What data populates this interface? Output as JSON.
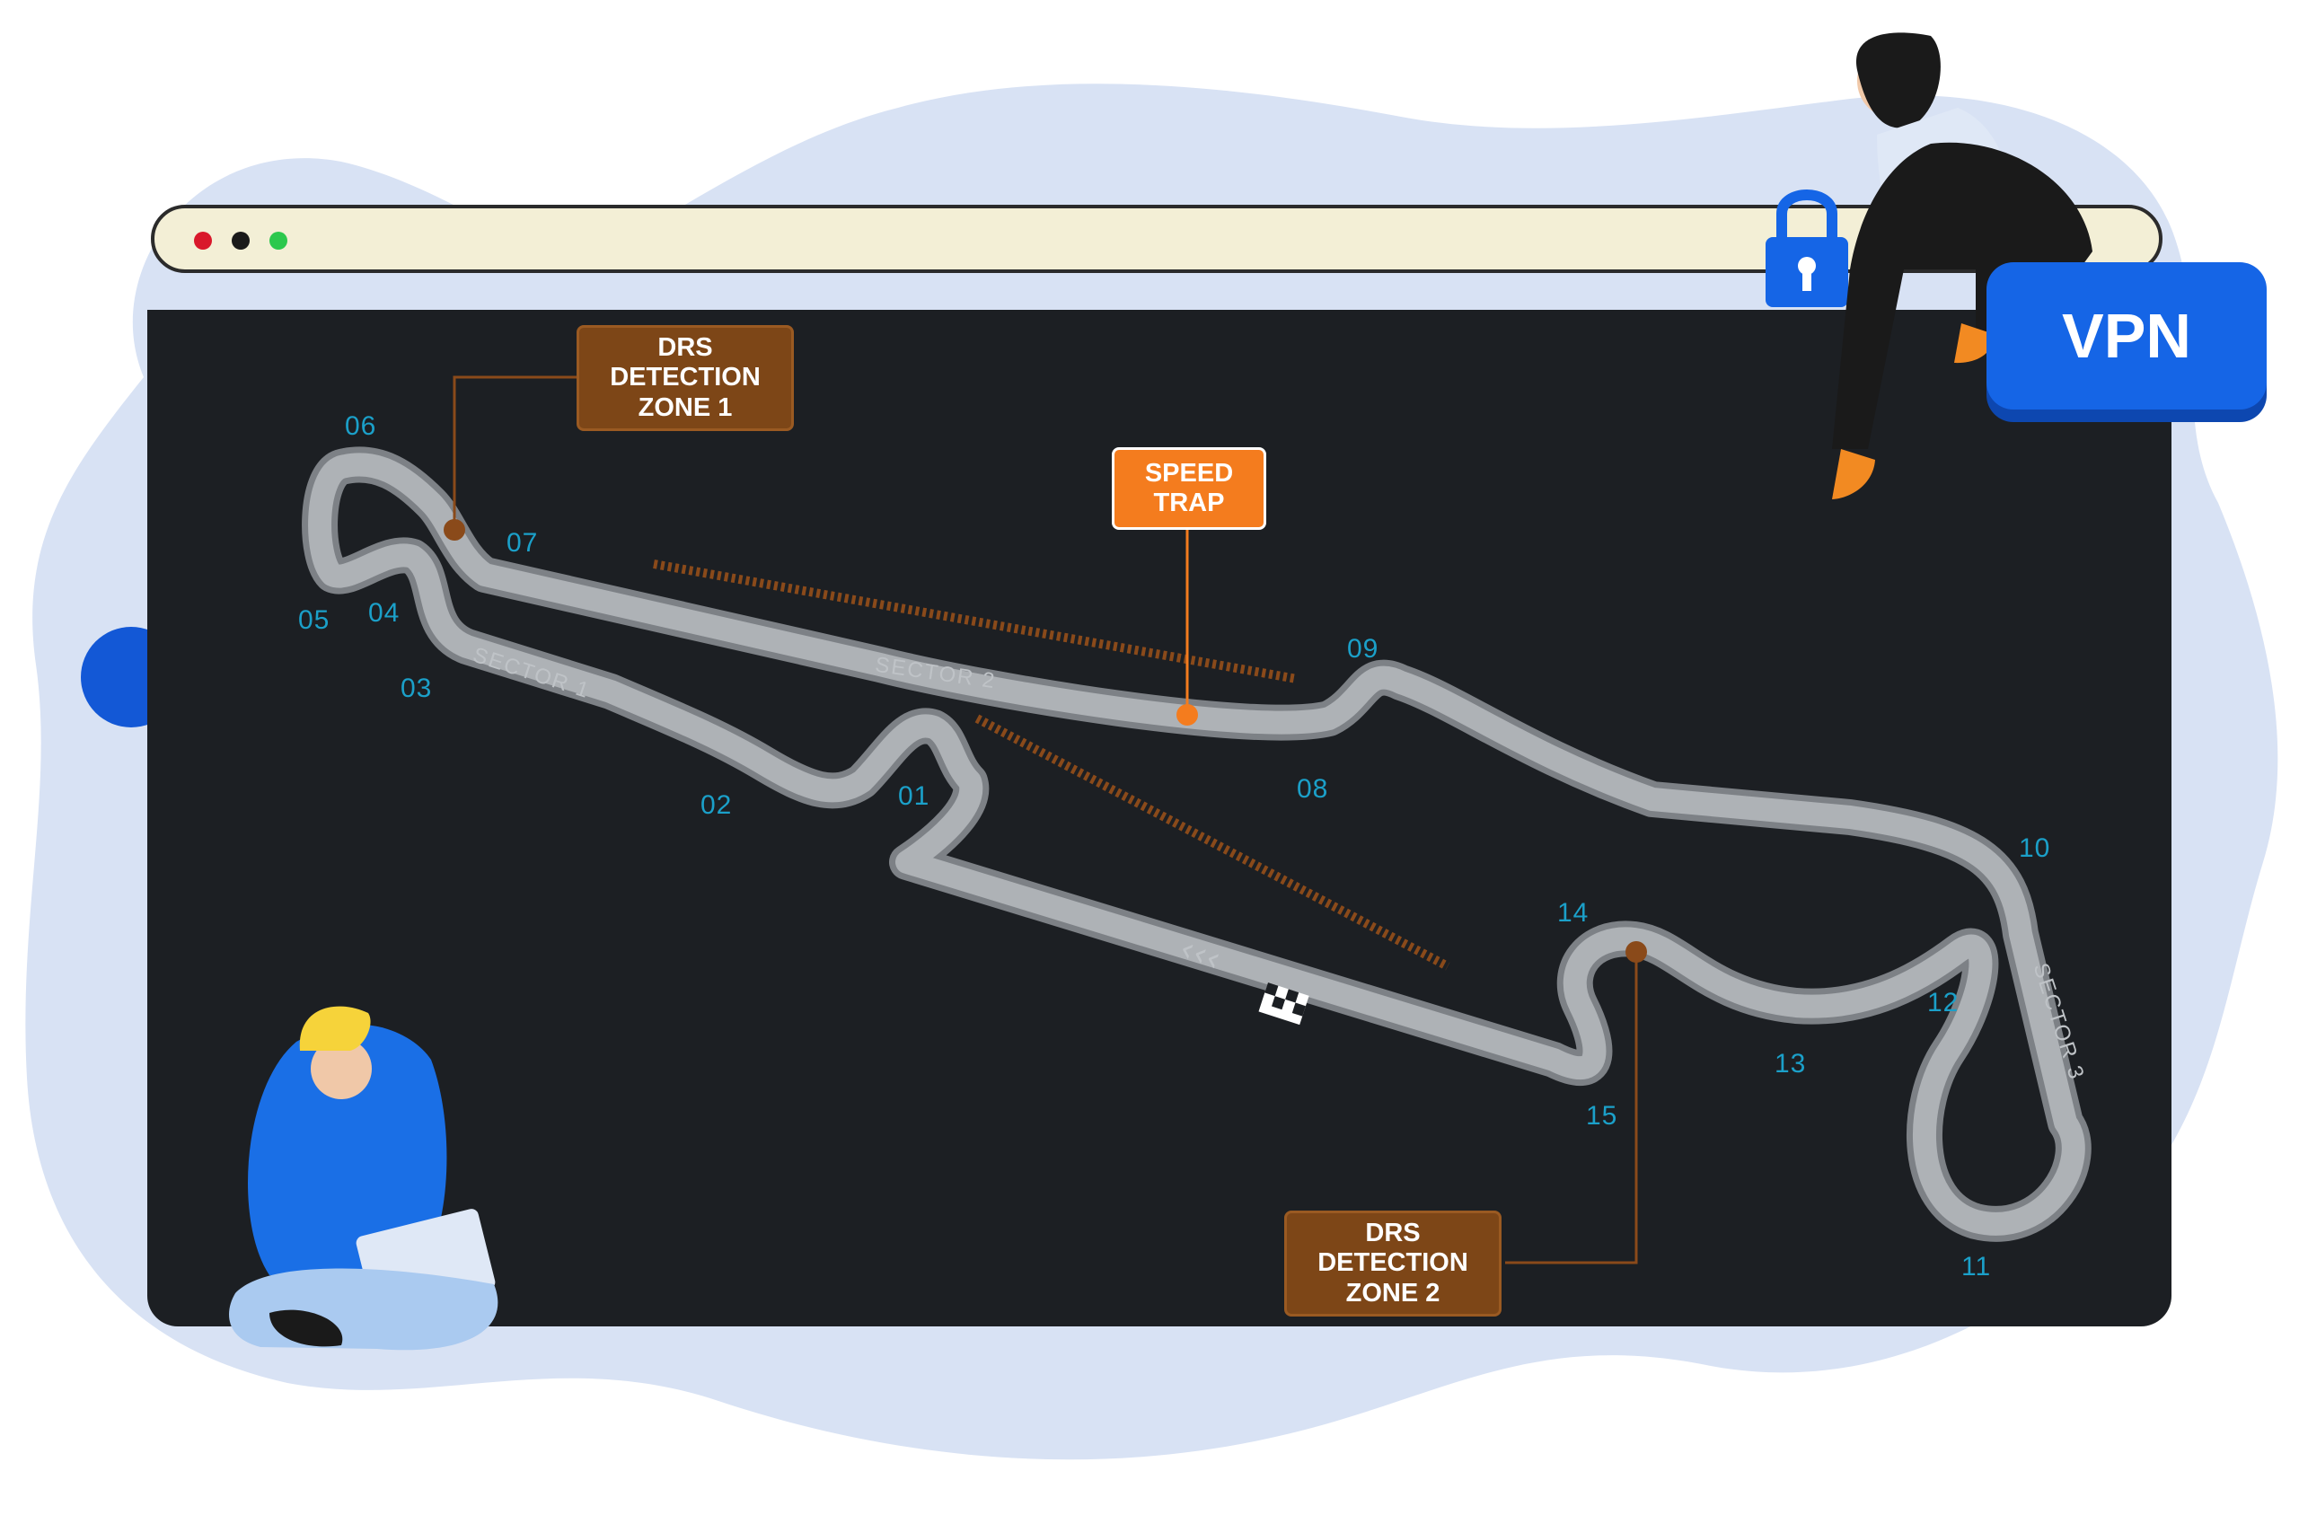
{
  "vpn": {
    "label": "VPN"
  },
  "map": {
    "turns": [
      {
        "id": "t01",
        "label": "01"
      },
      {
        "id": "t02",
        "label": "02"
      },
      {
        "id": "t03",
        "label": "03"
      },
      {
        "id": "t04",
        "label": "04"
      },
      {
        "id": "t05",
        "label": "05"
      },
      {
        "id": "t06",
        "label": "06"
      },
      {
        "id": "t07",
        "label": "07"
      },
      {
        "id": "t08",
        "label": "08"
      },
      {
        "id": "t09",
        "label": "09"
      },
      {
        "id": "t10",
        "label": "10"
      },
      {
        "id": "t11",
        "label": "11"
      },
      {
        "id": "t12",
        "label": "12"
      },
      {
        "id": "t13",
        "label": "13"
      },
      {
        "id": "t14",
        "label": "14"
      },
      {
        "id": "t15",
        "label": "15"
      }
    ],
    "sectors": {
      "s1": "SECTOR 1",
      "s2": "SECTOR 2",
      "s3": "SECTOR 3"
    },
    "drs_zone_1": "DRS\nDETECTION\nZONE 1",
    "drs_zone_2": "DRS\nDETECTION\nZONE 2",
    "speed_trap": "SPEED\nTRAP",
    "direction_marker": "‹‹‹"
  },
  "colors": {
    "track": "#aeb2b6",
    "track_edge": "#7d8186",
    "drs_box": "#7d4617",
    "speed_trap": "#f47c1e",
    "turn_label": "#1ba0c9",
    "window_bg": "#1c1f23",
    "vpn_blue": "#1565e6",
    "blob": "#d8e2f4"
  }
}
